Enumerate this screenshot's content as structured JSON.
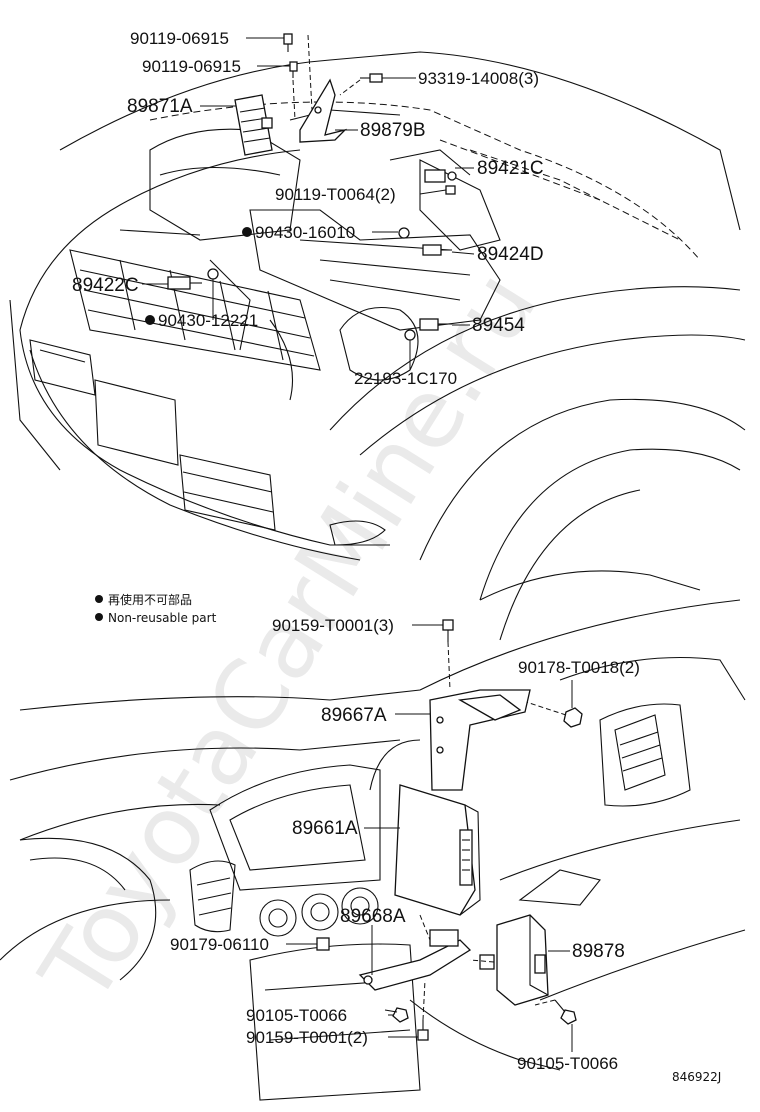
{
  "watermark": "ToyotaCarMine.ru",
  "legend": {
    "line_jp": "再使用不可部品",
    "line_en": "Non-reusable part"
  },
  "diagram_code": "846922J",
  "labels": {
    "p_90119_06915_a": "90119-06915",
    "p_90119_06915_b": "90119-06915",
    "p_93319_14008": "93319-14008(3)",
    "p_89871A": "89871A",
    "p_89879B": "89879B",
    "p_89421C": "89421C",
    "p_90119_T0064": "90119-T0064(2)",
    "p_90430_16010": "90430-16010",
    "p_89424D": "89424D",
    "p_89422C": "89422C",
    "p_90430_12221": "90430-12221",
    "p_89454": "89454",
    "p_22193_1C170": "22193-1C170",
    "p_90159_T0001_3": "90159-T0001(3)",
    "p_90178_T0018": "90178-T0018(2)",
    "p_89667A": "89667A",
    "p_89661A": "89661A",
    "p_89668A": "89668A",
    "p_90179_06110": "90179-06110",
    "p_89878": "89878",
    "p_90105_T0066_a": "90105-T0066",
    "p_90159_T0001_2": "90159-T0001(2)",
    "p_90105_T0066_b": "90105-T0066"
  }
}
